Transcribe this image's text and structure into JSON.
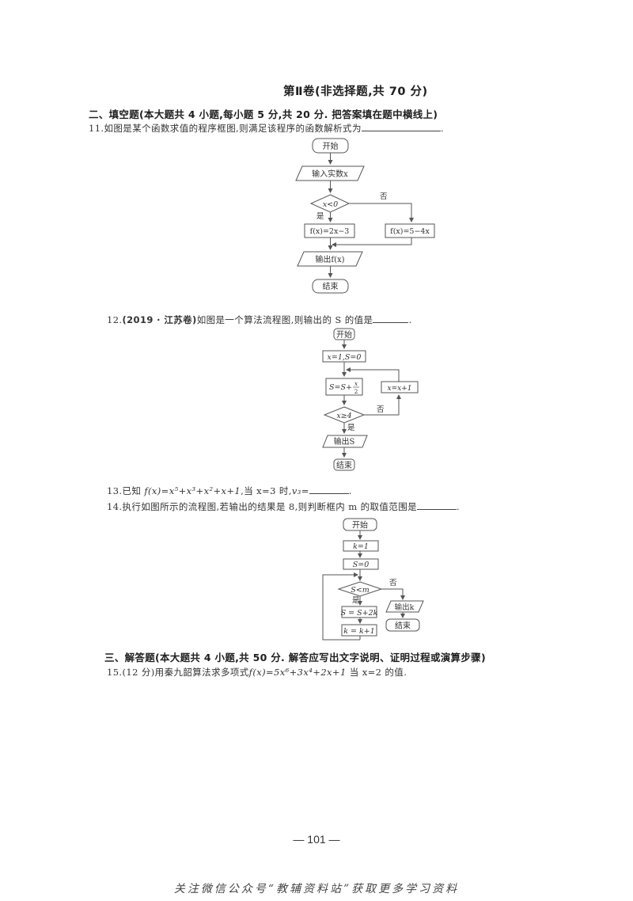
{
  "title": "第Ⅱ卷(非选择题,共 70 分)",
  "sections": {
    "fill_blank": "二、填空题(本大题共 4 小题,每小题 5 分,共 20 分. 把答案填在题中横线上)",
    "answer": "三、解答题(本大题共 4 小题,共 50 分. 解答应写出文字说明、证明过程或演算步骤)"
  },
  "questions": {
    "q11": {
      "number": "11.",
      "text": "如图是某个函数求值的程序框图,则满足该程序的函数解析式为",
      "end": "."
    },
    "q12": {
      "number": "12.",
      "source": "(2019 · 江苏卷)",
      "text": "如图是一个算法流程图,则输出的 S 的值是",
      "end": "."
    },
    "q13": {
      "number": "13.",
      "prefix": "已知 ",
      "formula": "f(x)=x⁵+x³+x²+x+1",
      "middle": ",当 x=3 时,",
      "var": "v₃=",
      "end": "."
    },
    "q14": {
      "number": "14.",
      "text": "执行如图所示的流程图,若输出的结果是 8,则判断框内 m 的取值范围是",
      "end": "."
    },
    "q15": {
      "number": "15.",
      "score": "(12 分)",
      "text": "用秦九韶算法求多项式",
      "formula": "f(x)=5x⁶+3x⁴+2x+1",
      "suffix": " 当 x=2 的值."
    }
  },
  "flowchart11": {
    "start": "开始",
    "input": "输入实数x",
    "condition": "x<0",
    "yes": "是",
    "no": "否",
    "branch_yes": "f(x)=2x−3",
    "branch_no": "f(x)=5−4x",
    "output": "输出f(x)",
    "end": "结束"
  },
  "flowchart12": {
    "start": "开始",
    "init": "x=1,S=0",
    "update_s": "S=S+",
    "frac_num": "x",
    "frac_den": "2",
    "increment": "x=x+1",
    "condition": "x≥4",
    "yes": "是",
    "no": "否",
    "output": "输出S",
    "end": "结束"
  },
  "flowchart14": {
    "start": "开始",
    "init_k": "k=1",
    "init_s": "S=0",
    "condition": "S<m",
    "yes": "是",
    "no": "否",
    "update_s": "S = S+2k",
    "update_k": "k = k+1",
    "output": "输出k",
    "end": "结束"
  },
  "page_number": "— 101 —",
  "footer": "关注微信公众号“教辅资料站”获取更多学习资料"
}
